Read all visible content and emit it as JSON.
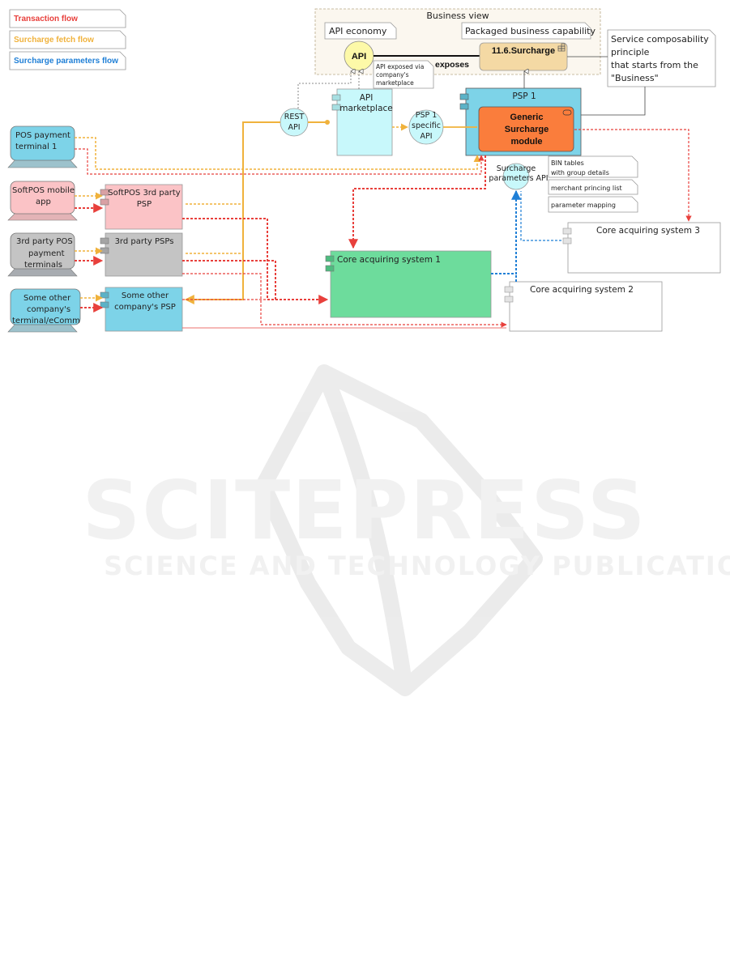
{
  "legend": {
    "transaction_flow": "Transaction flow",
    "surcharge_fetch_flow": "Surcharge fetch flow",
    "surcharge_parameters_flow": "Surcharge parameters flow"
  },
  "business_view": {
    "title": "Business view",
    "api_economy": "API economy",
    "packaged_capability": "Packaged business capability",
    "api": "API",
    "surcharge": "11.6.Surcharge",
    "exposes": "exposes",
    "api_note_l1": "API exposed via",
    "api_note_l2": "company's",
    "api_note_l3": "marketplace"
  },
  "principle_note": {
    "l1": "Service composability",
    "l2": "principle",
    "l3": "that starts from the",
    "l4": "\"Business\""
  },
  "nodes": {
    "rest_api_l1": "REST",
    "rest_api_l2": "API",
    "api_marketplace_l1": "API",
    "api_marketplace_l2": "marketplace",
    "psp1_api_l1": "PSP 1",
    "psp1_api_l2": "specific",
    "psp1_api_l3": "API",
    "psp1": "PSP 1",
    "generic_l1": "Generic",
    "generic_l2": "Surcharge",
    "generic_l3": "module",
    "surcharge_params_api_l1": "Surcharge",
    "surcharge_params_api_l2": "parameters API",
    "bin_tables_l1": "BIN tables",
    "bin_tables_l2": "with group details",
    "merchant_pricing": "merchant princing list",
    "parameter_mapping": "parameter mapping",
    "pos_terminal_l1": "POS payment",
    "pos_terminal_l2": "terminal 1",
    "softpos_app_l1": "SoftPOS mobile",
    "softpos_app_l2": "app",
    "softpos_psp_l1": "SoftPOS 3rd party",
    "softpos_psp_l2": "PSP",
    "third_party_pos_l1": "3rd party POS",
    "third_party_pos_l2": "payment",
    "third_party_pos_l3": "terminals",
    "third_party_psps": "3rd party PSPs",
    "other_terminal_l1": "Some other",
    "other_terminal_l2": "company's",
    "other_terminal_l3": "terminal/eComm",
    "other_psp_l1": "Some other",
    "other_psp_l2": "company's PSP",
    "core1": "Core acquiring system 1",
    "core2": "Core acquiring system 2",
    "core3": "Core acquiring system 3"
  },
  "watermark": {
    "main": "SCITEPRESS",
    "sub": "SCIENCE AND TECHNOLOGY PUBLICATIONS"
  },
  "colors": {
    "transaction": "#e8403c",
    "fetch": "#f0b23c",
    "params": "#1f7fd6"
  }
}
